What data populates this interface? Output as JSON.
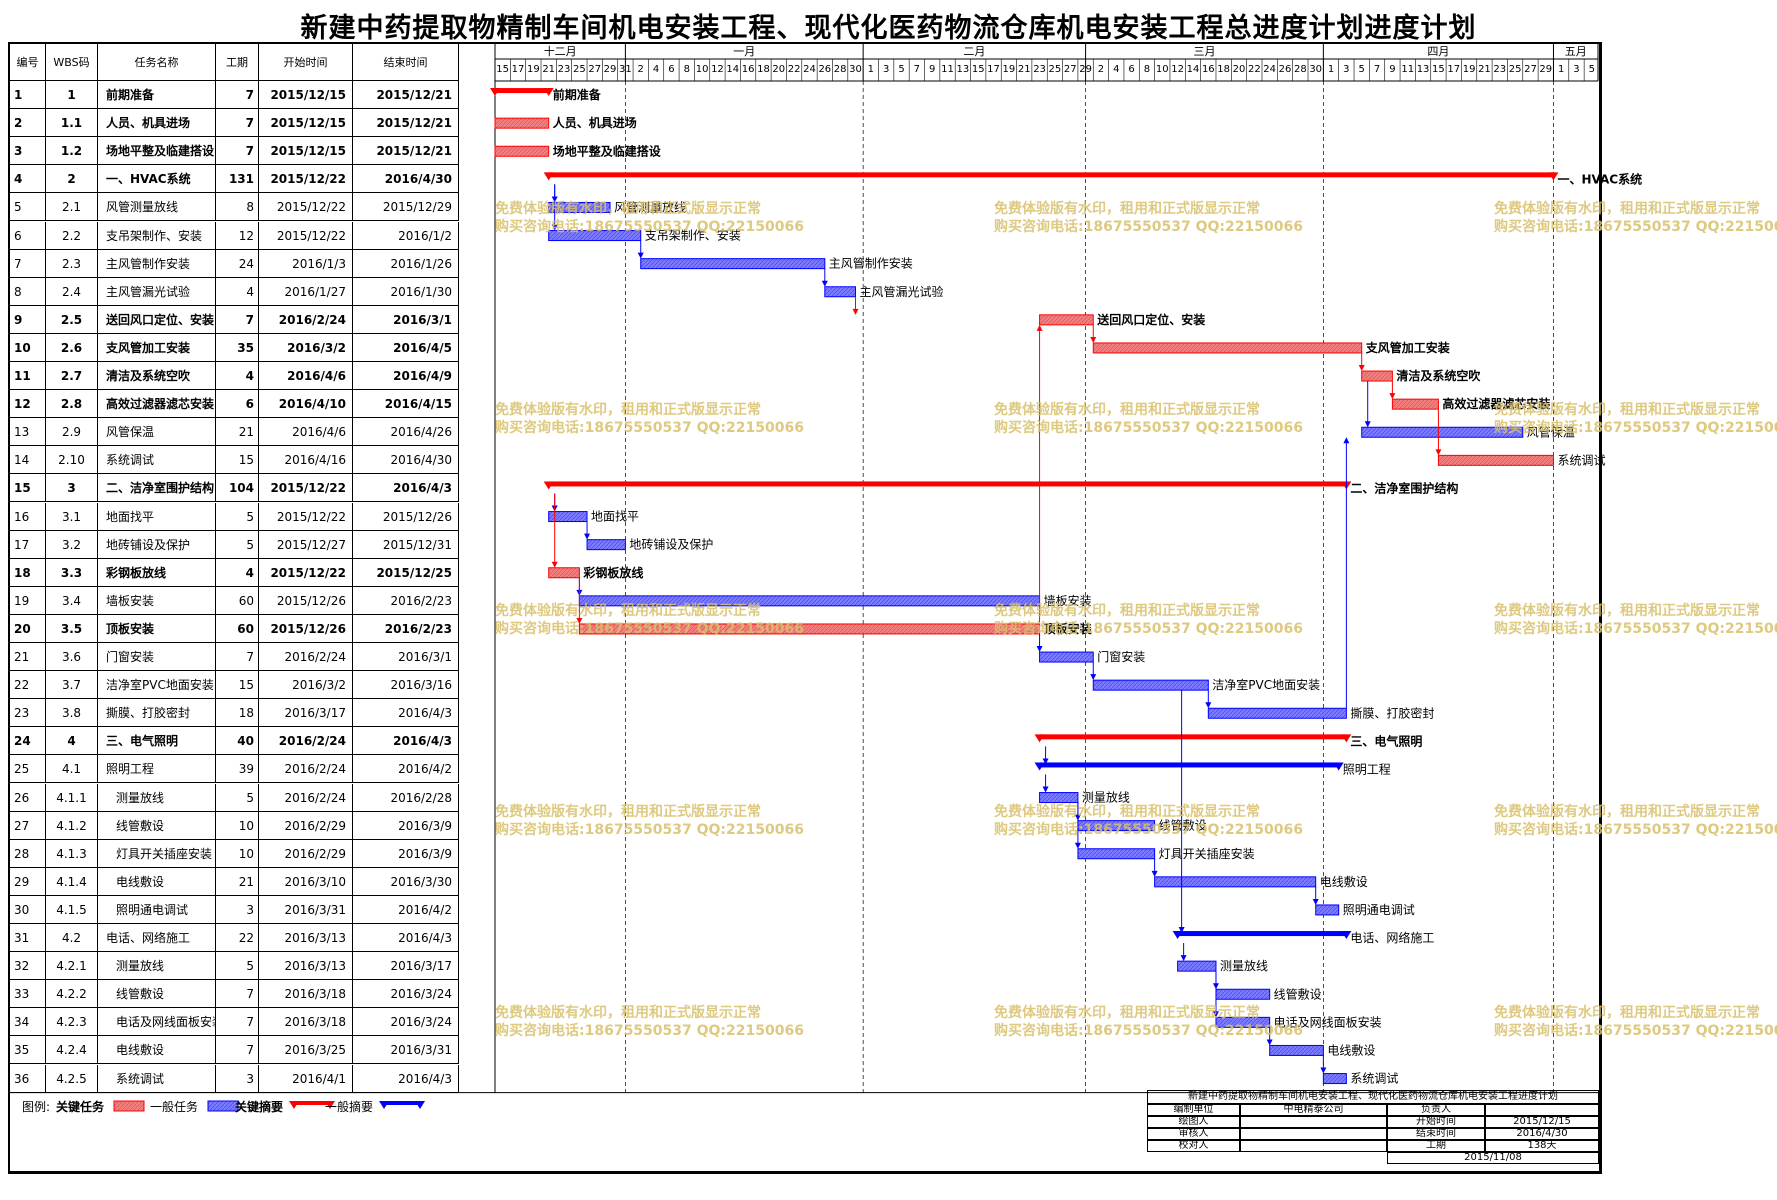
{
  "title": "新建中药提取物精制车间机电安装工程、现代化医药物流仓库机电安装工程总进度计划进度计划",
  "columns": [
    "编号",
    "WBS码",
    "任务名称",
    "工期",
    "开始时间",
    "结束时间"
  ],
  "months": [
    "十二月",
    "一月",
    "二月",
    "三月",
    "四月",
    "五月"
  ],
  "colors": {
    "critical": "#ff0000",
    "critical_fill": "#f08080",
    "normal": "#0000ff",
    "normal_fill": "#7b7bff",
    "watermark": "#d9c06a"
  },
  "chart_data": {
    "type": "gantt",
    "x_axis": {
      "start": "2015-12-15",
      "end": "2016-05-09",
      "label_every_days": 2
    },
    "tasks": [
      {
        "id": "1",
        "wbs": "1",
        "name": "前期准备",
        "duration": "7",
        "start": "2015/12/15",
        "end": "2015/12/21",
        "bold": true,
        "kind": "crit_summary",
        "label": "前期准备"
      },
      {
        "id": "2",
        "wbs": "1.1",
        "name": "人员、机具进场",
        "duration": "7",
        "start": "2015/12/15",
        "end": "2015/12/21",
        "bold": true,
        "kind": "crit_task",
        "label": "人员、机具进场"
      },
      {
        "id": "3",
        "wbs": "1.2",
        "name": "场地平整及临建搭设",
        "duration": "7",
        "start": "2015/12/15",
        "end": "2015/12/21",
        "bold": true,
        "kind": "crit_task",
        "label": "场地平整及临建搭设"
      },
      {
        "id": "4",
        "wbs": "2",
        "name": "一、HVAC系统",
        "duration": "131",
        "start": "2015/12/22",
        "end": "2016/4/30",
        "bold": true,
        "kind": "crit_summary",
        "label": "一、HVAC系统"
      },
      {
        "id": "5",
        "wbs": "2.1",
        "name": "风管测量放线",
        "duration": "8",
        "start": "2015/12/22",
        "end": "2015/12/29",
        "bold": false,
        "kind": "norm_task",
        "label": "风管测量放线"
      },
      {
        "id": "6",
        "wbs": "2.2",
        "name": "支吊架制作、安装",
        "duration": "12",
        "start": "2015/12/22",
        "end": "2016/1/2",
        "bold": false,
        "kind": "norm_task",
        "label": "支吊架制作、安装"
      },
      {
        "id": "7",
        "wbs": "2.3",
        "name": "主风管制作安装",
        "duration": "24",
        "start": "2016/1/3",
        "end": "2016/1/26",
        "bold": false,
        "kind": "norm_task",
        "label": "主风管制作安装"
      },
      {
        "id": "8",
        "wbs": "2.4",
        "name": "主风管漏光试验",
        "duration": "4",
        "start": "2016/1/27",
        "end": "2016/1/30",
        "bold": false,
        "kind": "norm_task",
        "label": "主风管漏光试验"
      },
      {
        "id": "9",
        "wbs": "2.5",
        "name": "送回风口定位、安装",
        "duration": "7",
        "start": "2016/2/24",
        "end": "2016/3/1",
        "bold": true,
        "kind": "crit_task",
        "label": "送回风口定位、安装"
      },
      {
        "id": "10",
        "wbs": "2.6",
        "name": "支风管加工安装",
        "duration": "35",
        "start": "2016/3/2",
        "end": "2016/4/5",
        "bold": true,
        "kind": "crit_task",
        "label": "支风管加工安装"
      },
      {
        "id": "11",
        "wbs": "2.7",
        "name": "清洁及系统空吹",
        "duration": "4",
        "start": "2016/4/6",
        "end": "2016/4/9",
        "bold": true,
        "kind": "crit_task",
        "label": "清洁及系统空吹"
      },
      {
        "id": "12",
        "wbs": "2.8",
        "name": "高效过滤器滤芯安装",
        "duration": "6",
        "start": "2016/4/10",
        "end": "2016/4/15",
        "bold": true,
        "kind": "crit_task",
        "label": "高效过滤器滤芯安装"
      },
      {
        "id": "13",
        "wbs": "2.9",
        "name": "风管保温",
        "duration": "21",
        "start": "2016/4/6",
        "end": "2016/4/26",
        "bold": false,
        "kind": "norm_task",
        "label": "风管保温"
      },
      {
        "id": "14",
        "wbs": "2.10",
        "name": "系统调试",
        "duration": "15",
        "start": "2016/4/16",
        "end": "2016/4/30",
        "bold": false,
        "kind": "crit_task",
        "label": "系统调试"
      },
      {
        "id": "15",
        "wbs": "3",
        "name": "二、洁净室围护结构",
        "duration": "104",
        "start": "2015/12/22",
        "end": "2016/4/3",
        "bold": true,
        "kind": "crit_summary",
        "label": "二、洁净室围护结构"
      },
      {
        "id": "16",
        "wbs": "3.1",
        "name": "地面找平",
        "duration": "5",
        "start": "2015/12/22",
        "end": "2015/12/26",
        "bold": false,
        "kind": "norm_task",
        "label": "地面找平"
      },
      {
        "id": "17",
        "wbs": "3.2",
        "name": "地砖铺设及保护",
        "duration": "5",
        "start": "2015/12/27",
        "end": "2015/12/31",
        "bold": false,
        "kind": "norm_task",
        "label": "地砖铺设及保护"
      },
      {
        "id": "18",
        "wbs": "3.3",
        "name": "彩钢板放线",
        "duration": "4",
        "start": "2015/12/22",
        "end": "2015/12/25",
        "bold": true,
        "kind": "crit_task",
        "label": "彩钢板放线"
      },
      {
        "id": "19",
        "wbs": "3.4",
        "name": "墙板安装",
        "duration": "60",
        "start": "2015/12/26",
        "end": "2016/2/23",
        "bold": false,
        "kind": "norm_task",
        "label": "墙板安装"
      },
      {
        "id": "20",
        "wbs": "3.5",
        "name": "顶板安装",
        "duration": "60",
        "start": "2015/12/26",
        "end": "2016/2/23",
        "bold": true,
        "kind": "crit_task",
        "label": "顶板安装"
      },
      {
        "id": "21",
        "wbs": "3.6",
        "name": "门窗安装",
        "duration": "7",
        "start": "2016/2/24",
        "end": "2016/3/1",
        "bold": false,
        "kind": "norm_task",
        "label": "门窗安装"
      },
      {
        "id": "22",
        "wbs": "3.7",
        "name": "洁净室PVC地面安装",
        "duration": "15",
        "start": "2016/3/2",
        "end": "2016/3/16",
        "bold": false,
        "kind": "norm_task",
        "label": "洁净室PVC地面安装"
      },
      {
        "id": "23",
        "wbs": "3.8",
        "name": "撕膜、打胶密封",
        "duration": "18",
        "start": "2016/3/17",
        "end": "2016/4/3",
        "bold": false,
        "kind": "norm_task",
        "label": "撕膜、打胶密封"
      },
      {
        "id": "24",
        "wbs": "4",
        "name": "三、电气照明",
        "duration": "40",
        "start": "2016/2/24",
        "end": "2016/4/3",
        "bold": true,
        "kind": "crit_summary",
        "label": "三、电气照明"
      },
      {
        "id": "25",
        "wbs": "4.1",
        "name": "照明工程",
        "duration": "39",
        "start": "2016/2/24",
        "end": "2016/4/2",
        "bold": false,
        "kind": "norm_summary",
        "label": "照明工程"
      },
      {
        "id": "26",
        "wbs": "4.1.1",
        "name": "测量放线",
        "duration": "5",
        "start": "2016/2/24",
        "end": "2016/2/28",
        "bold": false,
        "indent": true,
        "kind": "norm_task",
        "label": "测量放线"
      },
      {
        "id": "27",
        "wbs": "4.1.2",
        "name": "线管敷设",
        "duration": "10",
        "start": "2016/2/29",
        "end": "2016/3/9",
        "bold": false,
        "indent": true,
        "kind": "norm_task",
        "label": "线管敷设"
      },
      {
        "id": "28",
        "wbs": "4.1.3",
        "name": "灯具开关插座安装",
        "duration": "10",
        "start": "2016/2/29",
        "end": "2016/3/9",
        "bold": false,
        "indent": true,
        "kind": "norm_task",
        "label": "灯具开关插座安装"
      },
      {
        "id": "29",
        "wbs": "4.1.4",
        "name": "电线敷设",
        "duration": "21",
        "start": "2016/3/10",
        "end": "2016/3/30",
        "bold": false,
        "indent": true,
        "kind": "norm_task",
        "label": "电线敷设"
      },
      {
        "id": "30",
        "wbs": "4.1.5",
        "name": "照明通电调试",
        "duration": "3",
        "start": "2016/3/31",
        "end": "2016/4/2",
        "bold": false,
        "indent": true,
        "kind": "norm_task",
        "label": "照明通电调试"
      },
      {
        "id": "31",
        "wbs": "4.2",
        "name": "电话、网络施工",
        "duration": "22",
        "start": "2016/3/13",
        "end": "2016/4/3",
        "bold": false,
        "kind": "norm_summary",
        "label": "电话、网络施工"
      },
      {
        "id": "32",
        "wbs": "4.2.1",
        "name": "测量放线",
        "duration": "5",
        "start": "2016/3/13",
        "end": "2016/3/17",
        "bold": false,
        "indent": true,
        "kind": "norm_task",
        "label": "测量放线"
      },
      {
        "id": "33",
        "wbs": "4.2.2",
        "name": "线管敷设",
        "duration": "7",
        "start": "2016/3/18",
        "end": "2016/3/24",
        "bold": false,
        "indent": true,
        "kind": "norm_task",
        "label": "线管敷设"
      },
      {
        "id": "34",
        "wbs": "4.2.3",
        "name": "电话及网线面板安装",
        "duration": "7",
        "start": "2016/3/18",
        "end": "2016/3/24",
        "bold": false,
        "indent": true,
        "kind": "norm_task",
        "label": "电话及网线面板安装"
      },
      {
        "id": "35",
        "wbs": "4.2.4",
        "name": "电线敷设",
        "duration": "7",
        "start": "2016/3/25",
        "end": "2016/3/31",
        "bold": false,
        "indent": true,
        "kind": "norm_task",
        "label": "电线敷设"
      },
      {
        "id": "36",
        "wbs": "4.2.5",
        "name": "系统调试",
        "duration": "3",
        "start": "2016/4/1",
        "end": "2016/4/3",
        "bold": false,
        "indent": true,
        "kind": "norm_task",
        "label": "系统调试"
      }
    ],
    "dependencies": [
      [
        4,
        5
      ],
      [
        4,
        6
      ],
      [
        6,
        7
      ],
      [
        7,
        8
      ],
      [
        8,
        9
      ],
      [
        9,
        10
      ],
      [
        10,
        11
      ],
      [
        11,
        12
      ],
      [
        11,
        13
      ],
      [
        12,
        14
      ],
      [
        15,
        16
      ],
      [
        16,
        17
      ],
      [
        15,
        18
      ],
      [
        18,
        19
      ],
      [
        18,
        20
      ],
      [
        20,
        9
      ],
      [
        20,
        21
      ],
      [
        21,
        22
      ],
      [
        22,
        23
      ],
      [
        24,
        25
      ],
      [
        25,
        26
      ],
      [
        26,
        27
      ],
      [
        26,
        28
      ],
      [
        28,
        29
      ],
      [
        29,
        30
      ],
      [
        22,
        31
      ],
      [
        31,
        32
      ],
      [
        32,
        33
      ],
      [
        32,
        34
      ],
      [
        34,
        35
      ],
      [
        35,
        36
      ],
      [
        23,
        13
      ]
    ]
  },
  "legend": {
    "label": "图例:",
    "items": [
      {
        "text": "关键任务",
        "kind": "crit_task",
        "bold": true
      },
      {
        "text": "一般任务",
        "kind": "norm_task",
        "bold": false
      },
      {
        "text": "关键摘要",
        "kind": "crit_summary",
        "bold": true
      },
      {
        "text": "一般摘要",
        "kind": "norm_summary",
        "bold": false
      }
    ]
  },
  "title_block": {
    "heading": "新建中药提取物精制车间机电安装工程、现代化医药物流仓库机电安装工程进度计划",
    "unit_label": "编制单位",
    "unit_value": "中电精泰公司",
    "owner_label": "负责人",
    "rows": [
      {
        "l": "绘图人",
        "k": "开始时间",
        "v": "2015/12/15"
      },
      {
        "l": "审核人",
        "k": "结束时间",
        "v": "2016/4/30"
      },
      {
        "l": "校对人",
        "k": "工期",
        "v": "138天"
      }
    ],
    "date": "2015/11/08"
  },
  "watermark": {
    "line1": "免费体验版有水印，租用和正式版显示正常",
    "line2": "购买咨询电话:18675550537 QQ:22150066"
  }
}
